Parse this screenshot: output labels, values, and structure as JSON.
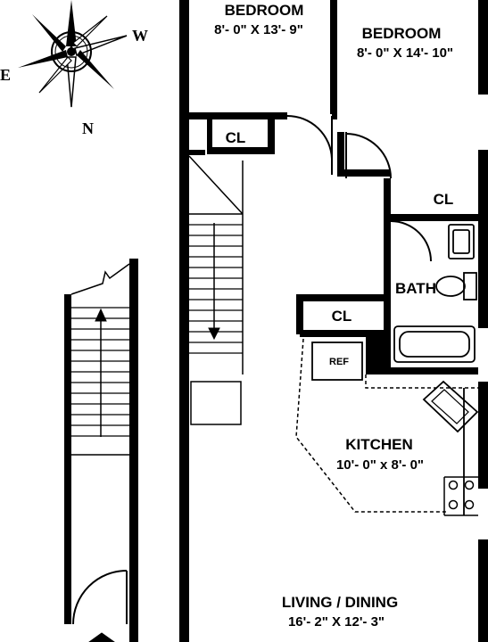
{
  "rooms": {
    "bedroom1": {
      "name": "BEDROOM",
      "dims": "8'- 0\" X 13'- 9\""
    },
    "bedroom2": {
      "name": "BEDROOM",
      "dims": "8'- 0\" X 14'- 10\""
    },
    "kitchen": {
      "name": "KITCHEN",
      "dims": "10'- 0\" x 8'- 0\""
    },
    "living": {
      "name": "LIVING / DINING",
      "dims": "16'- 2\" X 12'- 3\""
    },
    "bath": {
      "name": "BATH"
    }
  },
  "closets": {
    "cl1": "CL",
    "cl2": "CL",
    "cl3": "CL"
  },
  "appliances": {
    "ref": "REF"
  },
  "compass": {
    "n": "N",
    "e": "E",
    "w": "W"
  }
}
